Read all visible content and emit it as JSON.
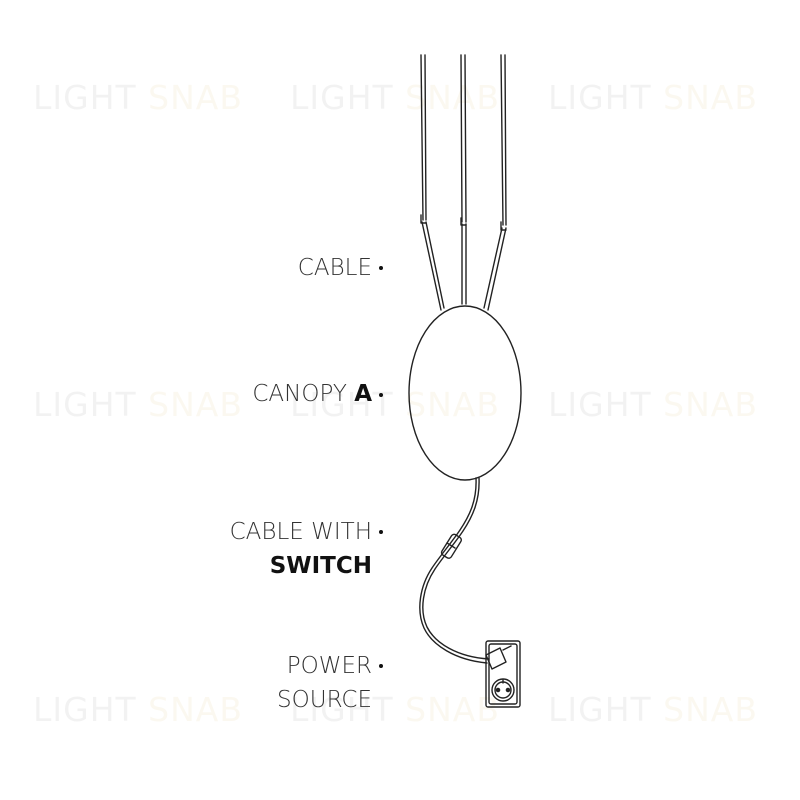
{
  "watermark": {
    "part1": "LIGHT",
    "part2": "SNAB"
  },
  "labels": {
    "cable": "CABLE",
    "canopy_text": "CANOPY",
    "canopy_letter": "A",
    "cable_with": "CABLE WITH",
    "switch": "SWITCH",
    "power": "POWER",
    "source": "SOURCE"
  },
  "colors": {
    "line": "#222222",
    "text": "#333333",
    "watermark": "#e8e8e8"
  }
}
